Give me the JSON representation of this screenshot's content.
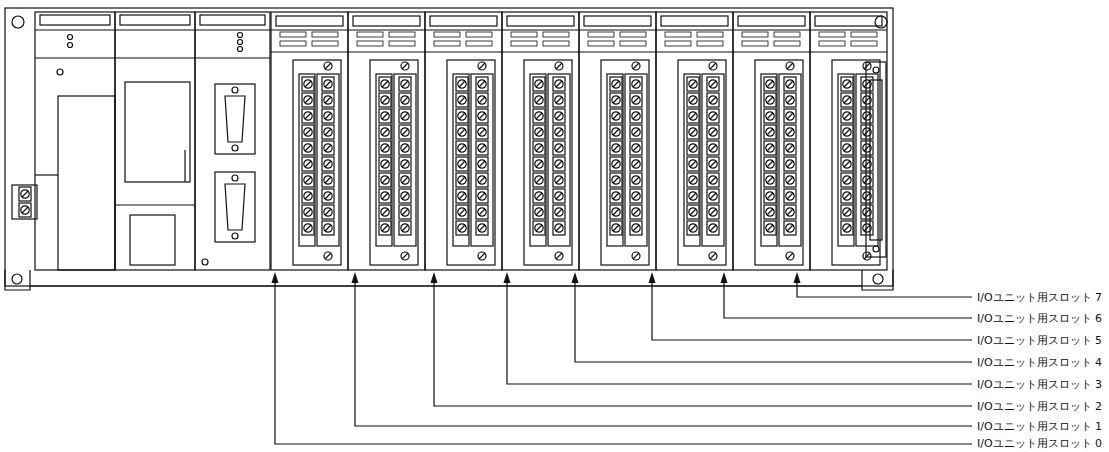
{
  "diagram": {
    "labels": [
      "I/Oユニット用スロット 7",
      "I/Oユニット用スロット 6",
      "I/Oユニット用スロット 5",
      "I/Oユニット用スロット 4",
      "I/Oユニット用スロット 3",
      "I/Oユニット用スロット 2",
      "I/Oユニット用スロット 1",
      "I/Oユニット用スロット 0"
    ]
  }
}
